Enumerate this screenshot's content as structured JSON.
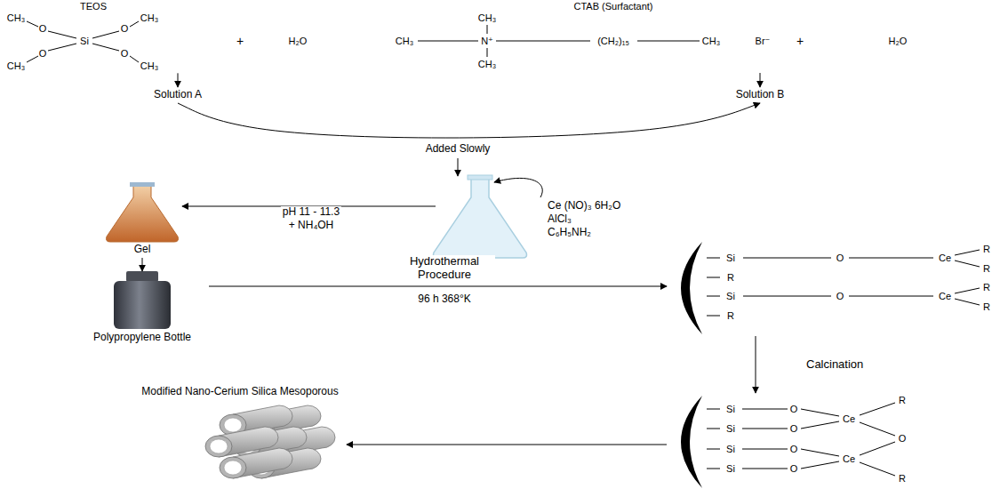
{
  "diagram": {
    "nodes": [
      {
        "text": [
          "TEOS",
          "CH₃",
          "CH₃",
          "O",
          "O",
          "Si",
          "O",
          "O",
          "CH₃",
          "CH₃"
        ]
      },
      {
        "text": [
          "Solution A"
        ]
      },
      {
        "text": [
          "CTAB (Surfactant)",
          "CH₃",
          "CH₃",
          "N⁺",
          "(CH₂)₁₅",
          "CH₃",
          "Br⁻",
          "CH₃"
        ]
      },
      {
        "text": [
          "Solution B"
        ]
      },
      {
        "text": [
          "Ce (NO)₃ 6H₂O",
          "AlCl₃",
          "C₆H₅NH₂"
        ]
      },
      {
        "text": [
          "Gel"
        ]
      },
      {
        "text": [
          "Polypropylene Bottle"
        ]
      },
      {
        "text": [
          "Si",
          "O",
          "Ce",
          "R",
          "R",
          "R",
          "Si",
          "O",
          "Ce",
          "R",
          "R",
          "R"
        ]
      },
      {
        "text": [
          "Si",
          "O",
          "R",
          "Ce",
          "Si",
          "O",
          "O",
          "Si",
          "O",
          "Ce",
          "Si",
          "O",
          "R"
        ]
      },
      {
        "text": [
          "Modified Nano-Cerium Silica Mesoporous"
        ]
      }
    ],
    "edges": [
      {
        "from": 0,
        "to": 1,
        "arrow": "to"
      },
      {
        "from": 2,
        "to": 3,
        "arrow": "to"
      },
      {
        "from": 1,
        "to": 3,
        "label": "Added Slowly",
        "arrow": "to"
      },
      {
        "from": 4,
        "to": 5,
        "label": "pH 11 - 11.3",
        "arrow": "to"
      },
      {
        "from": 5,
        "to": 6,
        "arrow": "to"
      },
      {
        "from": 6,
        "to": 7,
        "label": "Hydrothermal Procedure",
        "arrow": "to"
      },
      {
        "from": 7,
        "to": 8,
        "label": "Calcination",
        "arrow": "to"
      },
      {
        "from": 8,
        "to": 9,
        "arrow": "to"
      }
    ],
    "labels": [
      "+",
      "H₂O",
      "+",
      "H₂O",
      "+ NH₄OH",
      "96 h 368°K"
    ]
  }
}
